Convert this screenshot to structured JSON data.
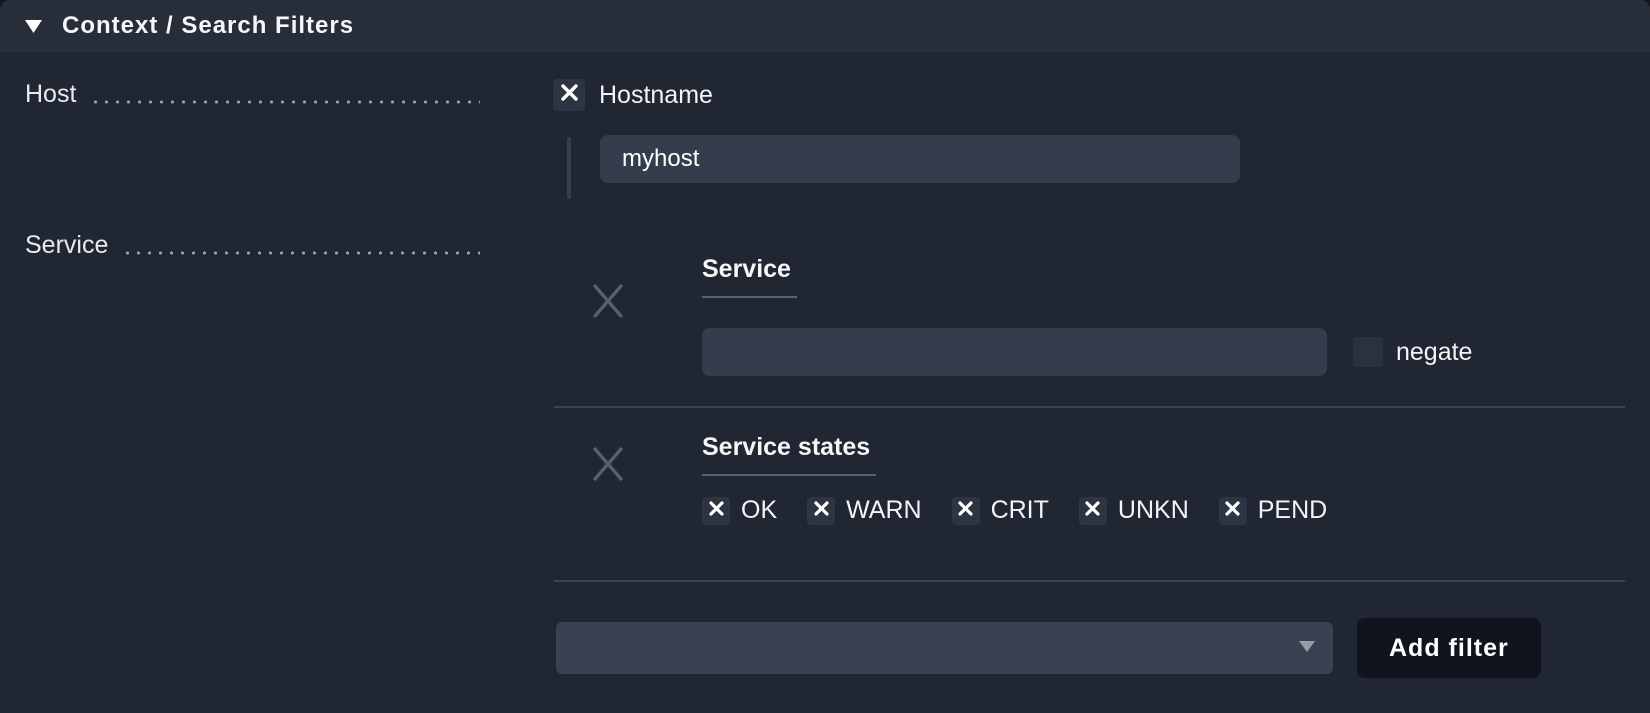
{
  "header": {
    "title": "Context / Search Filters",
    "collapsed": false
  },
  "host": {
    "label": "Host",
    "hostname_filter": {
      "label": "Hostname",
      "checked": true,
      "value": "myhost"
    }
  },
  "service": {
    "label": "Service",
    "service_filter": {
      "title": "Service",
      "value": "",
      "negate_label": "negate",
      "negate_checked": false
    },
    "service_states_filter": {
      "title": "Service states",
      "states": [
        {
          "label": "OK",
          "checked": true
        },
        {
          "label": "WARN",
          "checked": true
        },
        {
          "label": "CRIT",
          "checked": true
        },
        {
          "label": "UNKN",
          "checked": true
        },
        {
          "label": "PEND",
          "checked": true
        }
      ]
    }
  },
  "footer": {
    "filter_select_value": "",
    "add_filter_label": "Add filter"
  },
  "colors": {
    "header_bg": "#272e3a",
    "body_bg": "#202632",
    "input_bg": "#353c4b",
    "checkbox_bg": "#2e3542",
    "button_bg": "#0f141d",
    "divider": "#3f4550"
  }
}
